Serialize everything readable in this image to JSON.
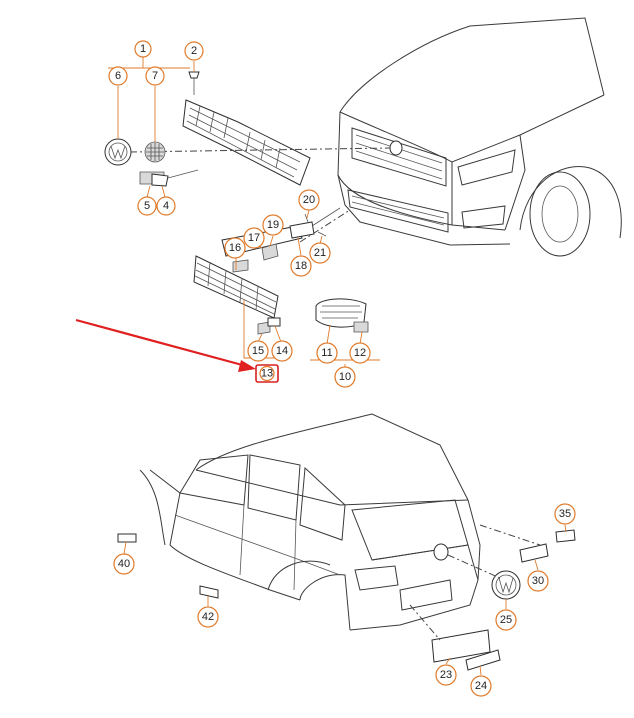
{
  "callouts": {
    "c1": "1",
    "c2": "2",
    "c4": "4",
    "c5": "5",
    "c6": "6",
    "c7": "7",
    "c10": "10",
    "c11": "11",
    "c12": "12",
    "c13": "13",
    "c14": "14",
    "c15": "15",
    "c16": "16",
    "c17": "17",
    "c18": "18",
    "c19": "19",
    "c20": "20",
    "c21": "21",
    "c23": "23",
    "c24": "24",
    "c25": "25",
    "c30": "30",
    "c35": "35",
    "c40": "40",
    "c42": "42"
  },
  "highlight": {
    "callout": "13",
    "arrow_color": "#e02020",
    "box_color": "#d92020"
  },
  "colors": {
    "callout_ring": "#e07a2a",
    "line": "#3a3a3a",
    "background": "#ffffff"
  }
}
